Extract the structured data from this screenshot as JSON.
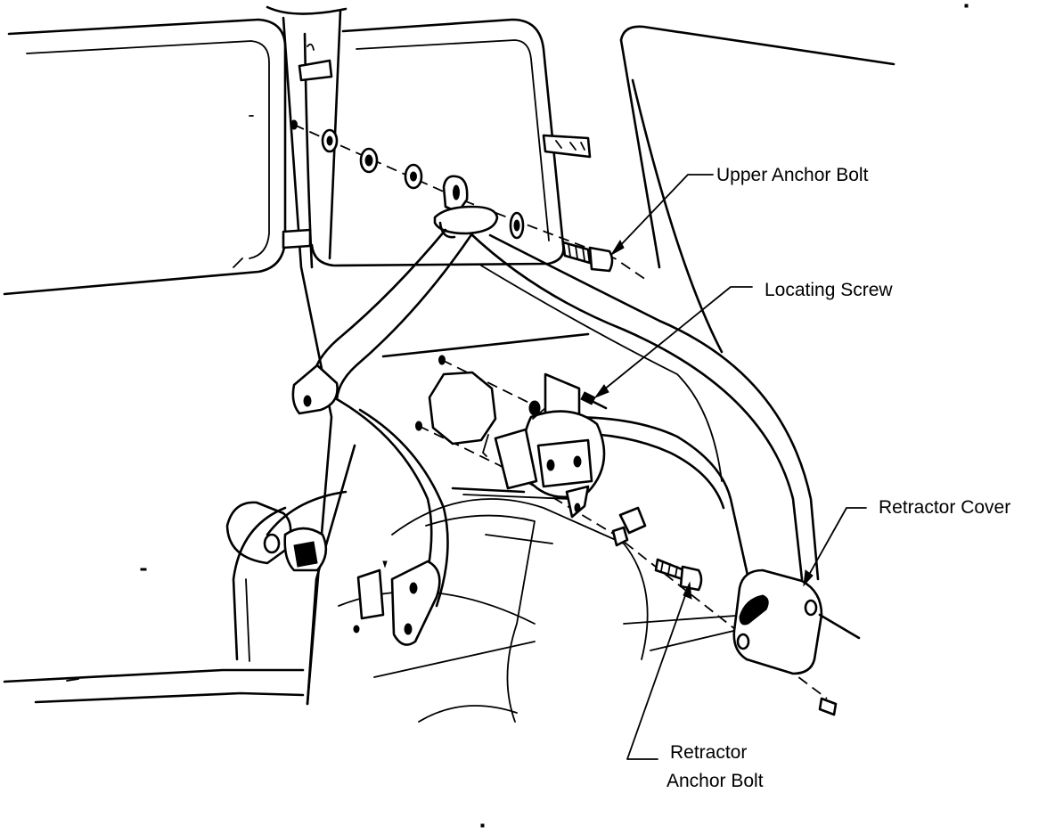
{
  "labels": {
    "upper_anchor_bolt": "Upper Anchor Bolt",
    "locating_screw": "Locating Screw",
    "retractor_cover": "Retractor Cover",
    "retractor_anchor_bolt_line1": "Retractor",
    "retractor_anchor_bolt_line2": "Anchor Bolt"
  }
}
